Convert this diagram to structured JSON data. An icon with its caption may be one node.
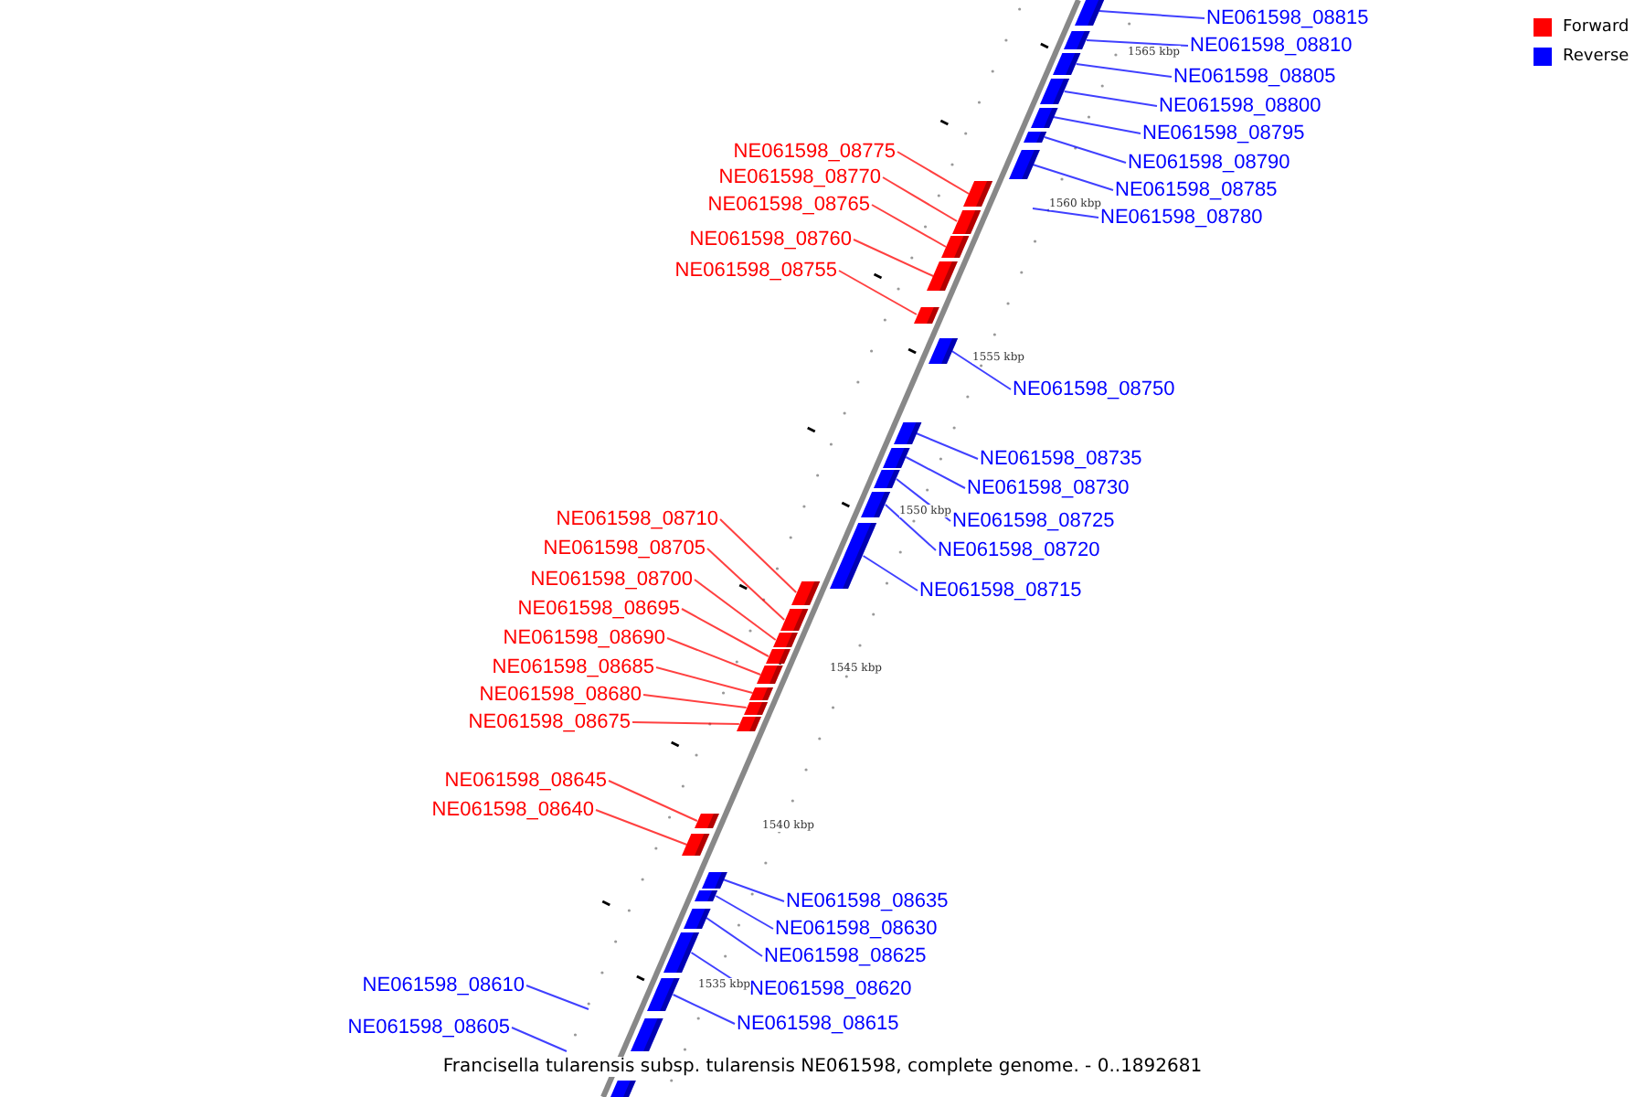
{
  "diagram": {
    "caption": "Francisella tularensis subsp. tularensis NE061598, complete genome. - 0..1892681",
    "nodes": [
      {
        "text": [
          "NE061598_08815"
        ]
      },
      {
        "text": [],
        "shape": "bar"
      },
      {
        "text": [
          "NE061598_08810"
        ]
      },
      {
        "text": [],
        "shape": "bar"
      },
      {
        "text": [
          "NE061598_08805"
        ]
      },
      {
        "text": [],
        "shape": "bar"
      },
      {
        "text": [
          "NE061598_08800"
        ]
      },
      {
        "text": [],
        "shape": "bar"
      },
      {
        "text": [
          "NE061598_08795"
        ]
      },
      {
        "text": [],
        "shape": "bar"
      },
      {
        "text": [
          "NE061598_08790"
        ]
      },
      {
        "text": [],
        "shape": "bar"
      },
      {
        "text": [
          "NE061598_08785"
        ]
      },
      {
        "text": [],
        "shape": "bar"
      },
      {
        "text": [
          "NE061598_08780"
        ]
      },
      {
        "text": [
          "NE061598_08775"
        ]
      },
      {
        "text": [],
        "shape": "bar"
      },
      {
        "text": [
          "NE061598_08770"
        ]
      },
      {
        "text": [],
        "shape": "bar"
      },
      {
        "text": [
          "NE061598_08765"
        ]
      },
      {
        "text": [],
        "shape": "bar"
      },
      {
        "text": [
          "NE061598_08760"
        ]
      },
      {
        "text": [],
        "shape": "bar"
      },
      {
        "text": [
          "NE061598_08755"
        ]
      },
      {
        "text": [],
        "shape": "bar"
      },
      {
        "text": [
          "NE061598_08750"
        ]
      },
      {
        "text": [],
        "shape": "bar"
      },
      {
        "text": [
          "NE061598_08735"
        ]
      },
      {
        "text": [],
        "shape": "bar"
      },
      {
        "text": [
          "NE061598_08730"
        ]
      },
      {
        "text": [],
        "shape": "bar"
      },
      {
        "text": [
          "NE061598_08725"
        ]
      },
      {
        "text": [],
        "shape": "bar"
      },
      {
        "text": [
          "NE061598_08720"
        ]
      },
      {
        "text": [],
        "shape": "bar"
      },
      {
        "text": [
          "NE061598_08715"
        ]
      },
      {
        "text": [],
        "shape": "bar"
      },
      {
        "text": [
          "NE061598_08710"
        ]
      },
      {
        "text": [],
        "shape": "bar"
      },
      {
        "text": [
          "NE061598_08705"
        ]
      },
      {
        "text": [],
        "shape": "bar"
      },
      {
        "text": [
          "NE061598_08700"
        ]
      },
      {
        "text": [],
        "shape": "bar"
      },
      {
        "text": [
          "NE061598_08695"
        ]
      },
      {
        "text": [],
        "shape": "bar"
      },
      {
        "text": [
          "NE061598_08690"
        ]
      },
      {
        "text": [],
        "shape": "bar"
      },
      {
        "text": [
          "NE061598_08685"
        ]
      },
      {
        "text": [],
        "shape": "bar"
      },
      {
        "text": [
          "NE061598_08680"
        ]
      },
      {
        "text": [],
        "shape": "bar"
      },
      {
        "text": [
          "NE061598_08675"
        ]
      },
      {
        "text": [],
        "shape": "bar"
      },
      {
        "text": [
          "NE061598_08645"
        ]
      },
      {
        "text": [],
        "shape": "bar"
      },
      {
        "text": [
          "NE061598_08640"
        ]
      },
      {
        "text": [],
        "shape": "bar"
      },
      {
        "text": [
          "NE061598_08635"
        ]
      },
      {
        "text": [],
        "shape": "bar"
      },
      {
        "text": [
          "NE061598_08630"
        ]
      },
      {
        "text": [],
        "shape": "bar"
      },
      {
        "text": [
          "NE061598_08625"
        ]
      },
      {
        "text": [],
        "shape": "bar"
      },
      {
        "text": [
          "NE061598_08620"
        ]
      },
      {
        "text": [],
        "shape": "bar"
      },
      {
        "text": [
          "NE061598_08615"
        ]
      },
      {
        "text": [],
        "shape": "bar"
      },
      {
        "text": [
          "NE061598_08610"
        ]
      },
      {
        "text": [
          "NE061598_08605"
        ]
      },
      {
        "text": [],
        "shape": "bar"
      },
      {
        "text": [],
        "shape": "bar"
      }
    ],
    "edges": [
      {
        "from": 0,
        "to": 1,
        "arrow": "none"
      },
      {
        "from": 2,
        "to": 3,
        "arrow": "none"
      },
      {
        "from": 4,
        "to": 5,
        "arrow": "none"
      },
      {
        "from": 6,
        "to": 7,
        "arrow": "none"
      },
      {
        "from": 8,
        "to": 9,
        "arrow": "none"
      },
      {
        "from": 10,
        "to": 11,
        "arrow": "none"
      },
      {
        "from": 12,
        "to": 13,
        "arrow": "none"
      },
      {
        "from": 14,
        "to": null,
        "arrow": "none"
      },
      {
        "from": 15,
        "to": 16,
        "arrow": "none",
        "color": "#ff0000"
      },
      {
        "from": 17,
        "to": 18,
        "arrow": "none",
        "color": "#ff0000"
      },
      {
        "from": 19,
        "to": 20,
        "arrow": "none",
        "color": "#ff0000"
      },
      {
        "from": 21,
        "to": 22,
        "arrow": "none",
        "color": "#ff0000"
      },
      {
        "from": 23,
        "to": 24,
        "arrow": "none",
        "color": "#ff0000"
      },
      {
        "from": 25,
        "to": 26,
        "arrow": "none"
      },
      {
        "from": 27,
        "to": 28,
        "arrow": "none"
      },
      {
        "from": 29,
        "to": 30,
        "arrow": "none"
      },
      {
        "from": 31,
        "to": 32,
        "arrow": "none"
      },
      {
        "from": 33,
        "to": 34,
        "arrow": "none"
      },
      {
        "from": 35,
        "to": 36,
        "arrow": "none"
      },
      {
        "from": 37,
        "to": 38,
        "arrow": "none",
        "color": "#ff0000"
      },
      {
        "from": 39,
        "to": 40,
        "arrow": "none",
        "color": "#ff0000"
      },
      {
        "from": 41,
        "to": 42,
        "arrow": "none",
        "color": "#ff0000"
      },
      {
        "from": 43,
        "to": 44,
        "arrow": "none",
        "color": "#ff0000"
      },
      {
        "from": 45,
        "to": 46,
        "arrow": "none",
        "color": "#ff0000"
      },
      {
        "from": 47,
        "to": 48,
        "arrow": "none",
        "color": "#ff0000"
      },
      {
        "from": 49,
        "to": 50,
        "arrow": "none",
        "color": "#ff0000"
      },
      {
        "from": 51,
        "to": 52,
        "arrow": "none",
        "color": "#ff0000"
      },
      {
        "from": 53,
        "to": 54,
        "arrow": "none",
        "color": "#ff0000"
      },
      {
        "from": 55,
        "to": 56,
        "arrow": "none",
        "color": "#ff0000"
      },
      {
        "from": 57,
        "to": 58,
        "arrow": "none"
      },
      {
        "from": 59,
        "to": 60,
        "arrow": "none"
      },
      {
        "from": 61,
        "to": 62,
        "arrow": "none"
      },
      {
        "from": 63,
        "to": 64,
        "arrow": "none"
      },
      {
        "from": 65,
        "to": 66,
        "arrow": "none"
      },
      {
        "from": 67,
        "to": null,
        "arrow": "none"
      },
      {
        "from": 68,
        "to": null,
        "arrow": "none"
      }
    ],
    "labels": [
      "1565 kbp",
      "1560 kbp",
      "1555 kbp",
      "1550 kbp",
      "1545 kbp",
      "1540 kbp",
      "1535 kbp"
    ],
    "legend": [
      {
        "text": "Forward",
        "color": "#ff0000"
      },
      {
        "text": "Reverse",
        "color": "#0000ff"
      }
    ]
  }
}
